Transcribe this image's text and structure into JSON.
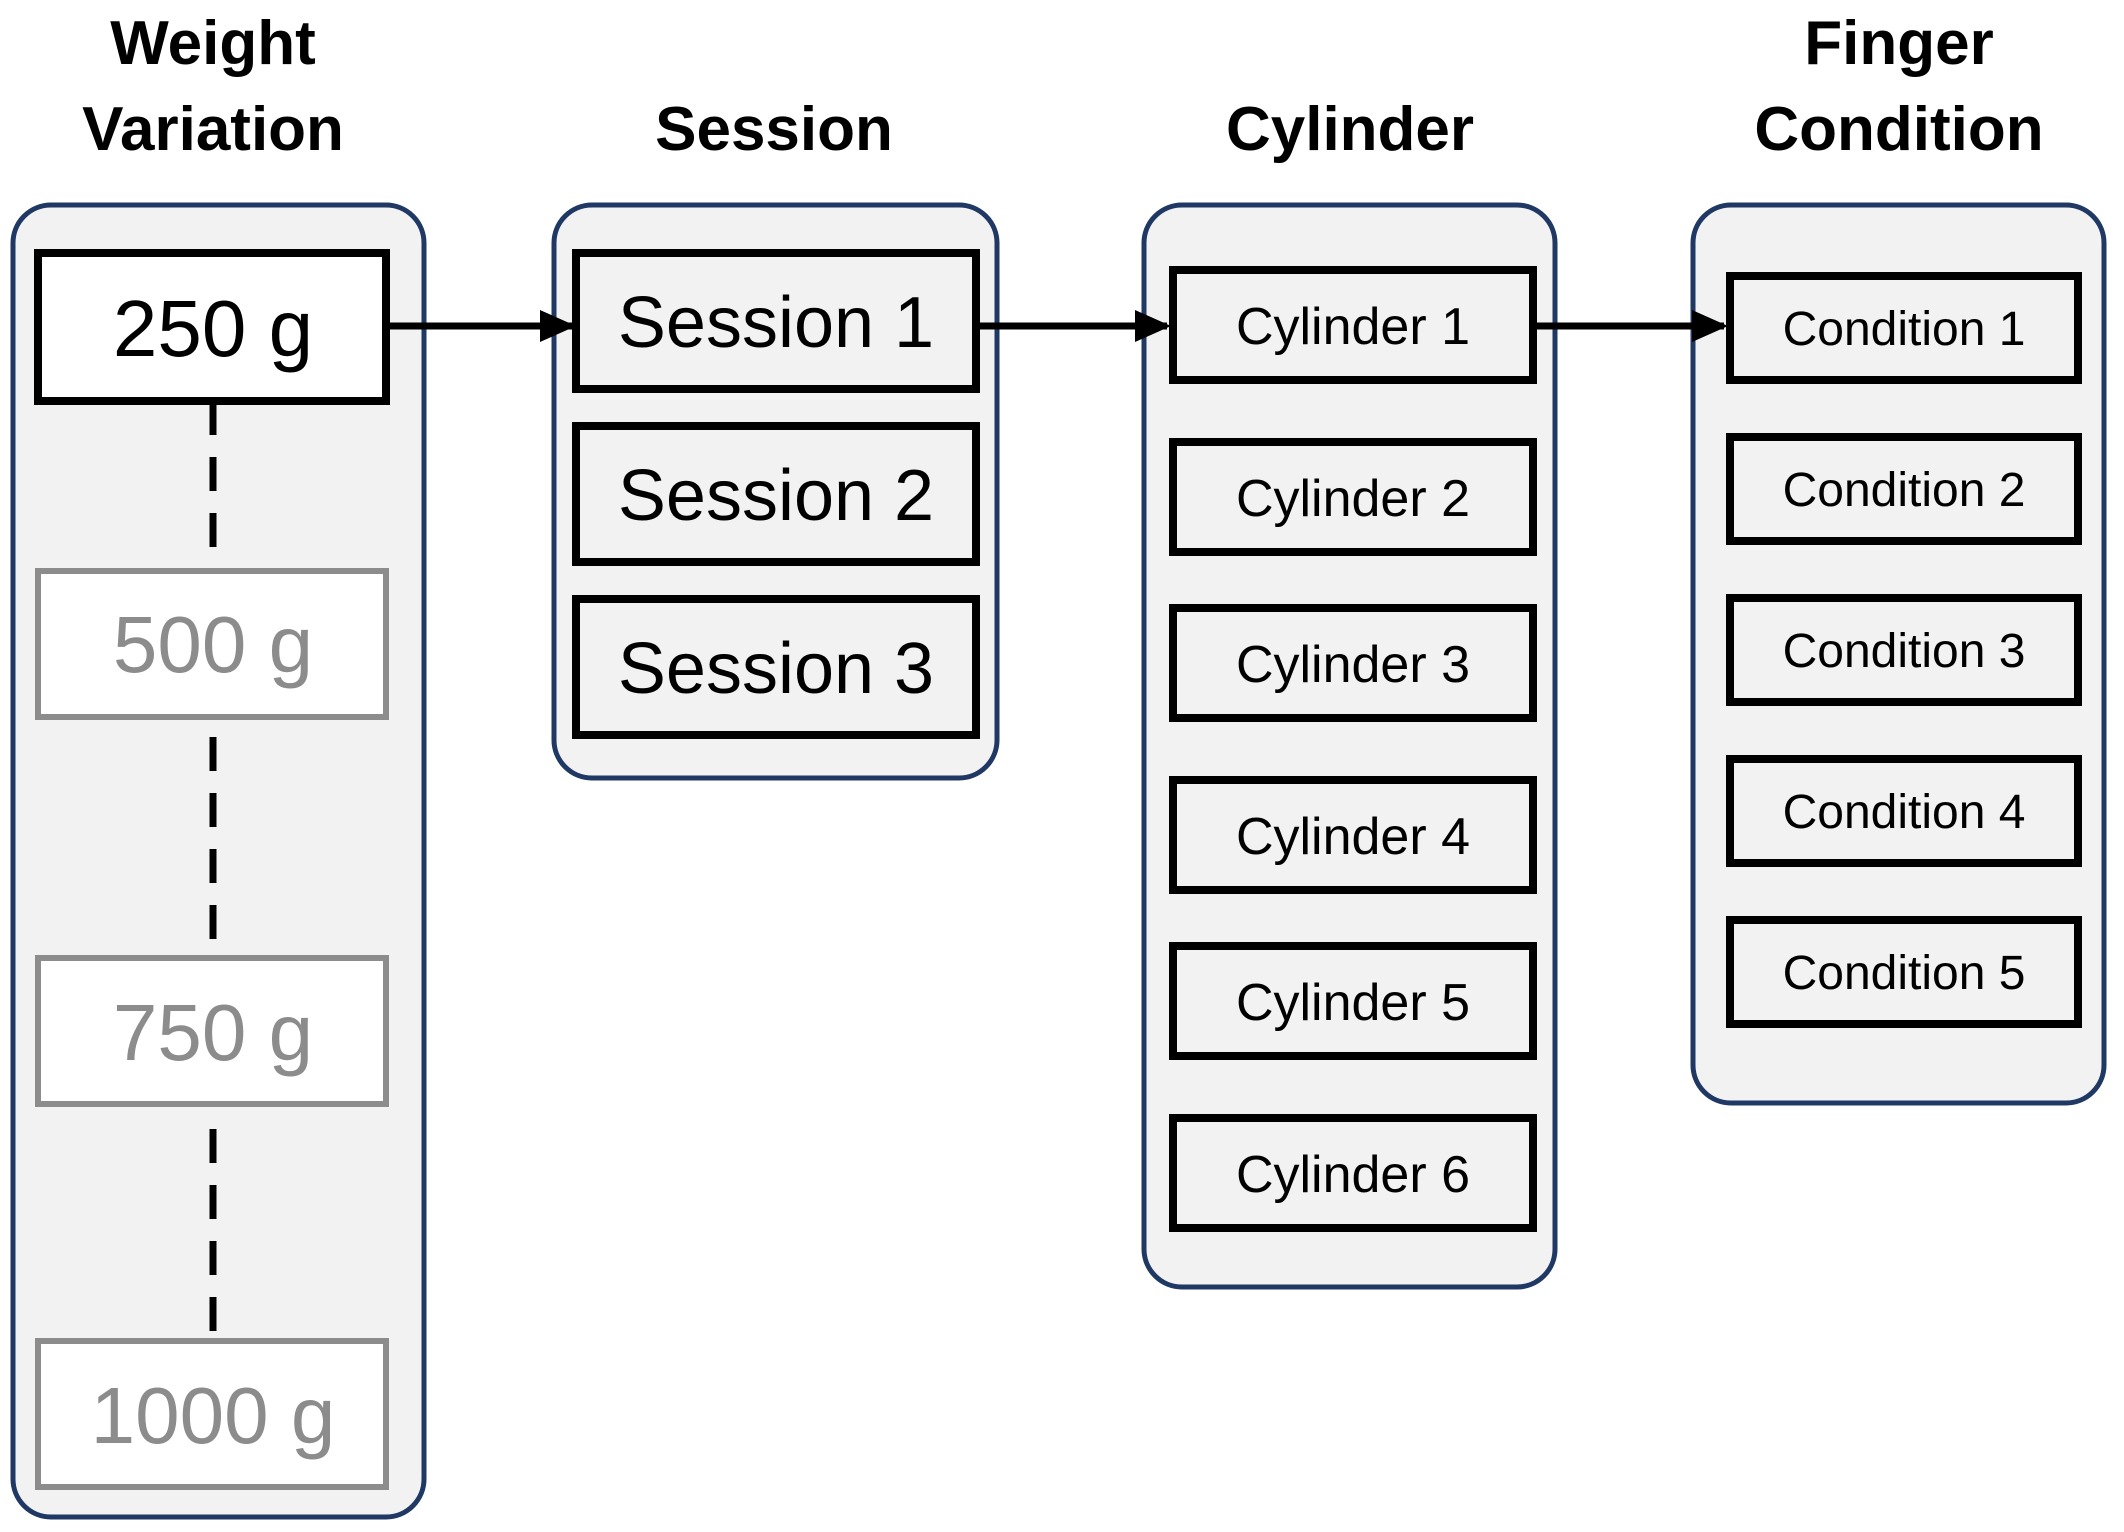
{
  "columns": {
    "weight": {
      "title_line1": "Weight",
      "title_line2": "Variation",
      "items": [
        "250 g",
        "500 g",
        "750 g",
        "1000 g"
      ]
    },
    "session": {
      "title": "Session",
      "items": [
        "Session 1",
        "Session 2",
        "Session 3"
      ]
    },
    "cylinder": {
      "title": "Cylinder",
      "items": [
        "Cylinder 1",
        "Cylinder 2",
        "Cylinder 3",
        "Cylinder 4",
        "Cylinder 5",
        "Cylinder 6"
      ]
    },
    "condition": {
      "title_line1": "Finger",
      "title_line2": "Condition",
      "items": [
        "Condition 1",
        "Condition 2",
        "Condition 3",
        "Condition 4",
        "Condition 5"
      ]
    }
  },
  "colors": {
    "panel_fill": "#f2f2f2",
    "panel_border": "#1f3864",
    "active_text": "#000000",
    "muted_text": "#8c8c8c"
  }
}
